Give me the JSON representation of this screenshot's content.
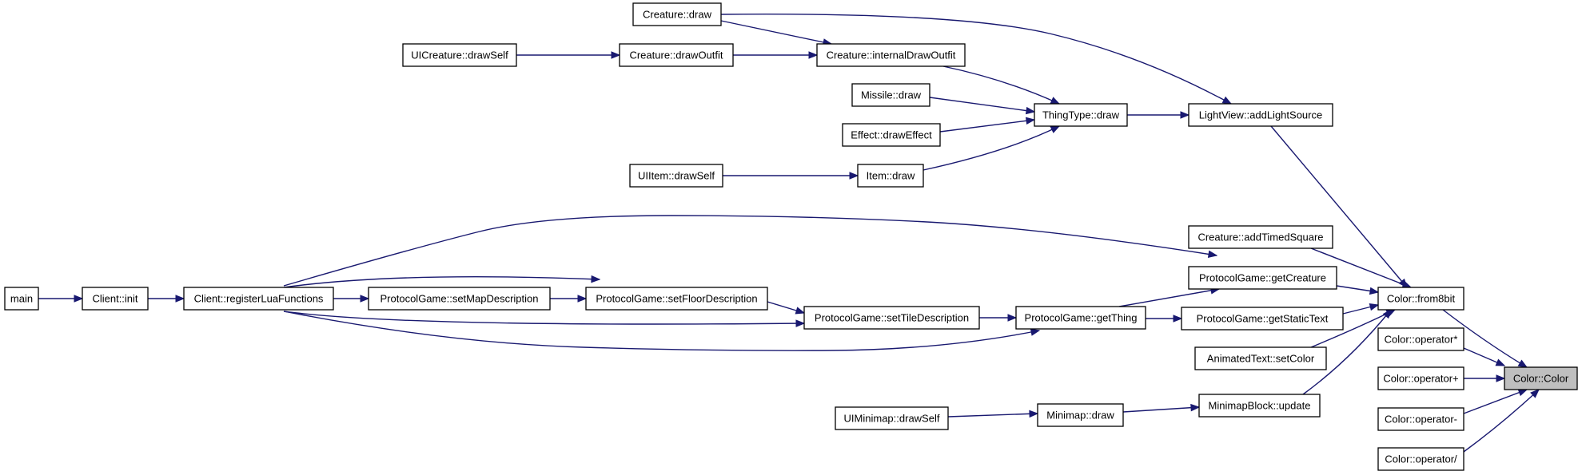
{
  "graph": {
    "kind": "caller graph",
    "focus_node": "color_color",
    "nodes": [
      {
        "id": "main",
        "label": "main"
      },
      {
        "id": "client_init",
        "label": "Client::init"
      },
      {
        "id": "client_register",
        "label": "Client::registerLuaFunctions"
      },
      {
        "id": "pg_setmapdesc",
        "label": "ProtocolGame::setMapDescription"
      },
      {
        "id": "pg_setfloordesc",
        "label": "ProtocolGame::setFloorDescription"
      },
      {
        "id": "pg_settiledesc",
        "label": "ProtocolGame::setTileDescription"
      },
      {
        "id": "pg_getthing",
        "label": "ProtocolGame::getThing"
      },
      {
        "id": "pg_getcreature",
        "label": "ProtocolGame::getCreature"
      },
      {
        "id": "pg_getstatictext",
        "label": "ProtocolGame::getStaticText"
      },
      {
        "id": "creature_addtimedsquare",
        "label": "Creature::addTimedSquare"
      },
      {
        "id": "animatedtext_setcolor",
        "label": "AnimatedText::setColor"
      },
      {
        "id": "creature_draw",
        "label": "Creature::draw"
      },
      {
        "id": "uicreature_drawself",
        "label": "UICreature::drawSelf"
      },
      {
        "id": "creature_drawoutfit",
        "label": "Creature::drawOutfit"
      },
      {
        "id": "creature_internaldrawoutfit",
        "label": "Creature::internalDrawOutfit"
      },
      {
        "id": "missile_draw",
        "label": "Missile::draw"
      },
      {
        "id": "effect_draweffect",
        "label": "Effect::drawEffect"
      },
      {
        "id": "uiitem_drawself",
        "label": "UIItem::drawSelf"
      },
      {
        "id": "item_draw",
        "label": "Item::draw"
      },
      {
        "id": "thingtype_draw",
        "label": "ThingType::draw"
      },
      {
        "id": "lightview_addlightsource",
        "label": "LightView::addLightSource"
      },
      {
        "id": "uiminimap_drawself",
        "label": "UIMinimap::drawSelf"
      },
      {
        "id": "minimap_draw",
        "label": "Minimap::draw"
      },
      {
        "id": "minimapblock_update",
        "label": "MinimapBlock::update"
      },
      {
        "id": "color_from8bit",
        "label": "Color::from8bit"
      },
      {
        "id": "color_opmul",
        "label": "Color::operator*"
      },
      {
        "id": "color_opadd",
        "label": "Color::operator+"
      },
      {
        "id": "color_opsub",
        "label": "Color::operator-"
      },
      {
        "id": "color_opdiv",
        "label": "Color::operator/"
      },
      {
        "id": "color_color",
        "label": "Color::Color"
      }
    ],
    "edges": [
      {
        "from": "main",
        "to": "client_init"
      },
      {
        "from": "client_init",
        "to": "client_register"
      },
      {
        "from": "client_register",
        "to": "pg_setmapdesc"
      },
      {
        "from": "client_register",
        "to": "pg_setfloordesc"
      },
      {
        "from": "client_register",
        "to": "pg_settiledesc"
      },
      {
        "from": "client_register",
        "to": "pg_getthing"
      },
      {
        "from": "client_register",
        "to": "pg_getcreature"
      },
      {
        "from": "pg_setmapdesc",
        "to": "pg_setfloordesc"
      },
      {
        "from": "pg_setfloordesc",
        "to": "pg_settiledesc"
      },
      {
        "from": "pg_settiledesc",
        "to": "pg_getthing"
      },
      {
        "from": "pg_getthing",
        "to": "pg_getcreature"
      },
      {
        "from": "pg_getthing",
        "to": "pg_getstatictext"
      },
      {
        "from": "uicreature_drawself",
        "to": "creature_drawoutfit"
      },
      {
        "from": "creature_drawoutfit",
        "to": "creature_internaldrawoutfit"
      },
      {
        "from": "creature_draw",
        "to": "creature_internaldrawoutfit"
      },
      {
        "from": "creature_draw",
        "to": "lightview_addlightsource"
      },
      {
        "from": "creature_internaldrawoutfit",
        "to": "thingtype_draw"
      },
      {
        "from": "missile_draw",
        "to": "thingtype_draw"
      },
      {
        "from": "effect_draweffect",
        "to": "thingtype_draw"
      },
      {
        "from": "uiitem_drawself",
        "to": "item_draw"
      },
      {
        "from": "item_draw",
        "to": "thingtype_draw"
      },
      {
        "from": "thingtype_draw",
        "to": "lightview_addlightsource"
      },
      {
        "from": "lightview_addlightsource",
        "to": "color_from8bit"
      },
      {
        "from": "creature_addtimedsquare",
        "to": "color_from8bit"
      },
      {
        "from": "pg_getcreature",
        "to": "color_from8bit"
      },
      {
        "from": "pg_getstatictext",
        "to": "color_from8bit"
      },
      {
        "from": "animatedtext_setcolor",
        "to": "color_from8bit"
      },
      {
        "from": "uiminimap_drawself",
        "to": "minimap_draw"
      },
      {
        "from": "minimap_draw",
        "to": "minimapblock_update"
      },
      {
        "from": "minimapblock_update",
        "to": "color_from8bit"
      },
      {
        "from": "color_from8bit",
        "to": "color_color"
      },
      {
        "from": "color_opmul",
        "to": "color_color"
      },
      {
        "from": "color_opadd",
        "to": "color_color"
      },
      {
        "from": "color_opsub",
        "to": "color_color"
      },
      {
        "from": "color_opdiv",
        "to": "color_color"
      }
    ]
  },
  "colors": {
    "edge": "#191970",
    "node_border": "#000000",
    "node_fill": "#ffffff",
    "focus_fill": "#bfbfbf",
    "background": "#ffffff"
  }
}
